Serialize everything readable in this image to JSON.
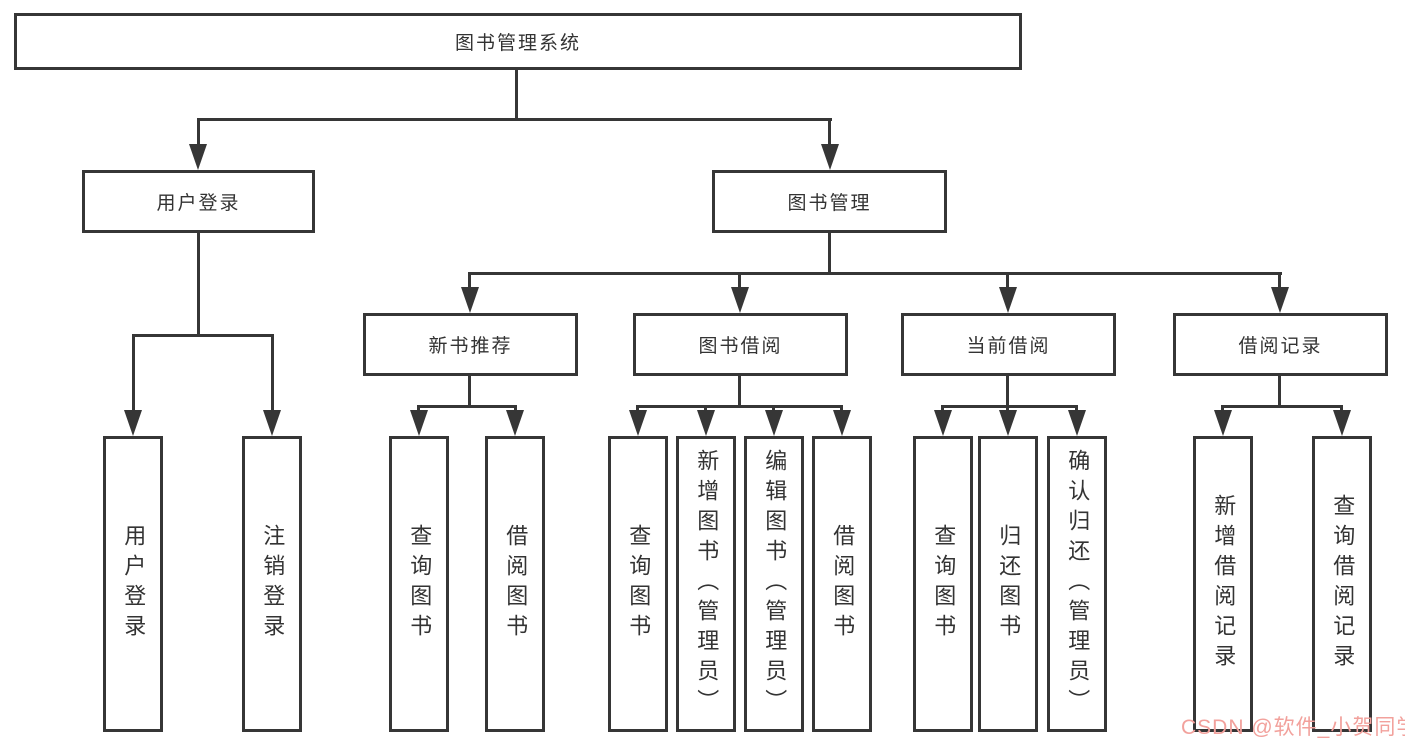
{
  "diagram": {
    "type": "org-tree",
    "title": "图书管理系统",
    "tree": {
      "label": "图书管理系统",
      "children": [
        {
          "label": "用户登录",
          "children": [
            {
              "label": "用户登录"
            },
            {
              "label": "注销登录"
            }
          ]
        },
        {
          "label": "图书管理",
          "children": [
            {
              "label": "新书推荐",
              "children": [
                {
                  "label": "查询图书"
                },
                {
                  "label": "借阅图书"
                }
              ]
            },
            {
              "label": "图书借阅",
              "children": [
                {
                  "label": "查询图书"
                },
                {
                  "label": "新增图书（管理员）"
                },
                {
                  "label": "编辑图书（管理员）"
                },
                {
                  "label": "借阅图书"
                }
              ]
            },
            {
              "label": "当前借阅",
              "children": [
                {
                  "label": "查询图书"
                },
                {
                  "label": "归还图书"
                },
                {
                  "label": "确认归还（管理员）"
                }
              ]
            },
            {
              "label": "借阅记录",
              "children": [
                {
                  "label": "新增借阅记录"
                },
                {
                  "label": "查询借阅记录"
                }
              ]
            }
          ]
        }
      ]
    },
    "colors": {
      "line": "#363636",
      "text": "#333333",
      "background": "#FFFFFF",
      "watermark": "#F2A19C"
    },
    "watermark": {
      "text": "CSDN @软件_小贺同学"
    }
  }
}
